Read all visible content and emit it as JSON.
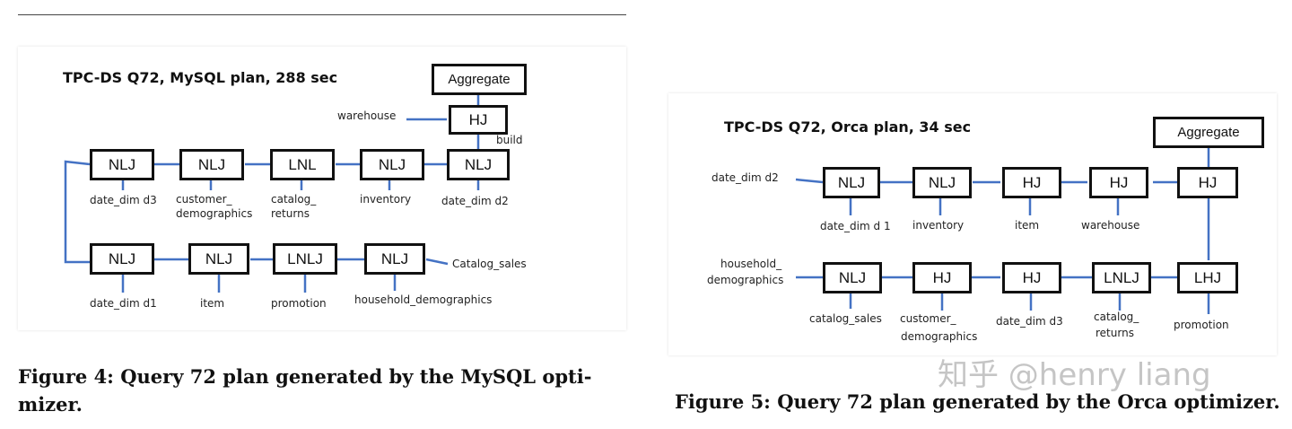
{
  "left": {
    "title": "TPC-DS Q72, MySQL plan, 288 sec",
    "nodes": {
      "aggregate": "Aggregate",
      "hj_top": "HJ",
      "r1_n1": "NLJ",
      "r1_n2": "NLJ",
      "r1_n3": "LNL",
      "r1_n4": "NLJ",
      "r1_n5": "NLJ",
      "r2_n1": "NLJ",
      "r2_n2": "NLJ",
      "r2_n3": "LNLJ",
      "r2_n4": "NLJ"
    },
    "labels": {
      "warehouse": "warehouse",
      "build": "build",
      "date_dim_d3": "date_dim d3",
      "customer_demographics_1": "customer_",
      "customer_demographics_2": "demographics",
      "catalog_returns_1": "catalog_",
      "catalog_returns_2": "returns",
      "inventory": "inventory",
      "date_dim_d2": "date_dim d2",
      "date_dim_d1": "date_dim d1",
      "item": "item",
      "promotion": "promotion",
      "household_demographics": "household_demographics",
      "catalog_sales": "Catalog_sales"
    },
    "caption": "Figure 4: Query 72 plan generated by the MySQL opti- mizer."
  },
  "right": {
    "title": "TPC-DS Q72, Orca plan, 34 sec",
    "nodes": {
      "aggregate": "Aggregate",
      "r1_n1": "NLJ",
      "r1_n2": "NLJ",
      "r1_n3": "HJ",
      "r1_n4": "HJ",
      "r1_n5": "HJ",
      "r2_n1": "NLJ",
      "r2_n2": "HJ",
      "r2_n3": "HJ",
      "r2_n4": "LNLJ",
      "r2_n5": "LHJ"
    },
    "labels": {
      "date_dim_d2": "date_dim d2",
      "date_dim_d1": "date_dim d 1",
      "inventory": "inventory",
      "item": "item",
      "warehouse": "warehouse",
      "household_demographics_1": "household_",
      "household_demographics_2": "demographics",
      "catalog_sales": "catalog_sales",
      "customer_demographics_1": "customer_",
      "customer_demographics_2": "demographics",
      "date_dim_d3": "date_dim d3",
      "catalog_returns_1": "catalog_",
      "catalog_returns_2": "returns",
      "promotion": "promotion"
    },
    "caption": "Figure 5: Query 72 plan generated by the Orca optimizer."
  },
  "watermark": "知乎 @henry liang",
  "colors": {
    "edge": "#4472C4",
    "node_border": "#111111"
  }
}
